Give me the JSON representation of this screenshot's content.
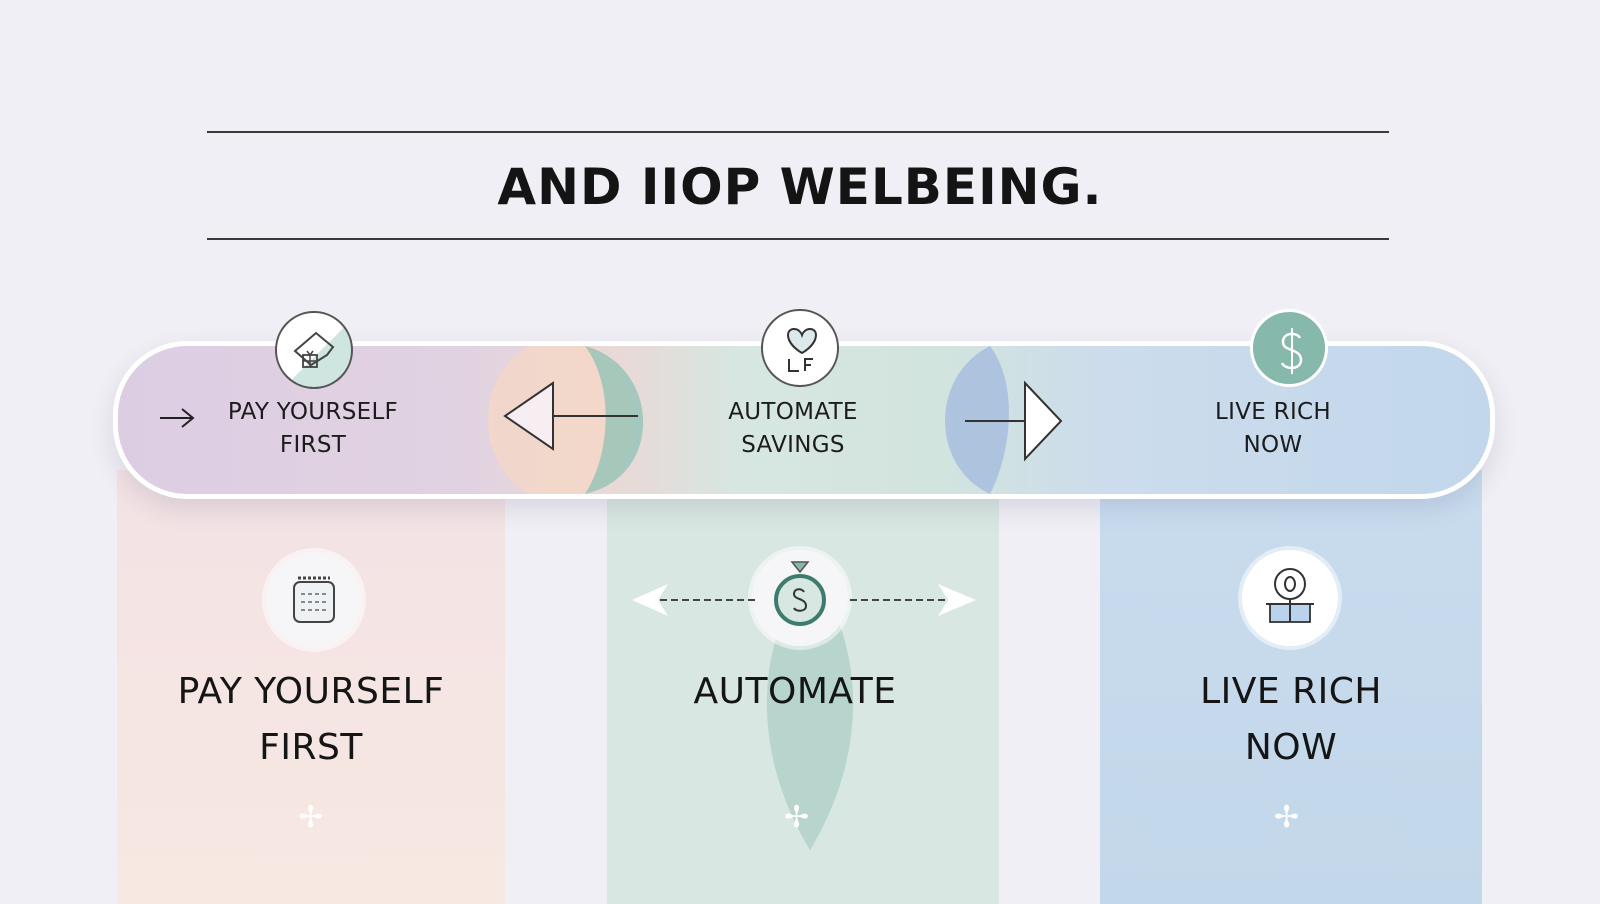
{
  "header": {
    "title": "AND IIOP WELBEING."
  },
  "banner": {
    "steps": [
      {
        "label_line1": "PAY YOURSELF",
        "label_line2": "FIRST",
        "icon": "house-gift-icon"
      },
      {
        "label_line1": "AUTOMATE",
        "label_line2": "SAVINGS",
        "icon": "heart-icon"
      },
      {
        "label_line1": "LIVE RICH",
        "label_line2": "NOW",
        "icon": "dollar-icon"
      }
    ]
  },
  "columns": [
    {
      "title_line1": "PAY YOURSELF",
      "title_line2": "FIRST",
      "icon": "jar-icon",
      "color": "#f6e6e2"
    },
    {
      "title_line1": "AUTOMATE",
      "title_line2": "",
      "icon": "money-bag-icon",
      "color": "#d9e7e2"
    },
    {
      "title_line1": "LIVE RICH",
      "title_line2": "NOW",
      "icon": "lightbulb-gift-icon",
      "color": "#c6d8ea"
    }
  ],
  "colors": {
    "lavender": "#dccde3",
    "peach": "#f6e6e2",
    "mint": "#d9e7e2",
    "sky": "#c6d8ea",
    "teal": "#86b8ac"
  }
}
